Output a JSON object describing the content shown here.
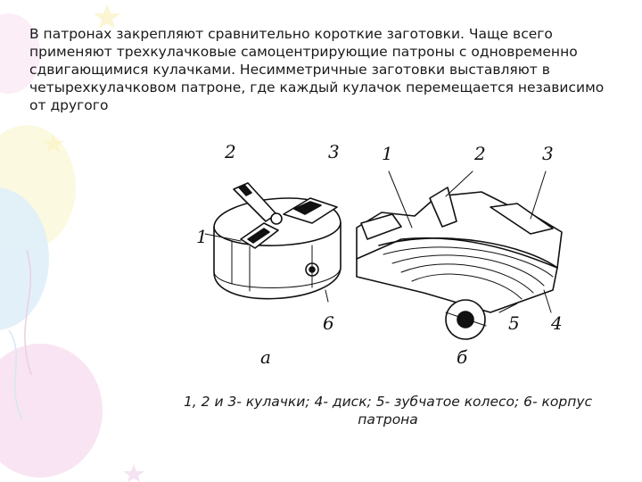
{
  "slide": {
    "paragraph": "В патронах закрепляют сравнительно короткие заготовки. Чаще всего применяют трехкулачковые самоцентрирующие патроны с одновременно сдвигающимися кулачками. Несимметричные заготовки выставляют в четырехкулачковом патроне, где каждый кулачок перемещается независимо от другого",
    "caption": "1, 2 и 3- кулачки; 4- диск; 5- зубчатое колесо; 6- корпус патрона"
  },
  "figure": {
    "labels_a": {
      "n1": "1",
      "n2": "2",
      "n3": "3",
      "n6": "6",
      "letter": "а"
    },
    "labels_b": {
      "n1": "1",
      "n2": "2",
      "n3": "3",
      "n4": "4",
      "n5": "5",
      "letter": "б"
    }
  },
  "colors": {
    "ink": "#111111",
    "balloon_pink": "#f6dcef",
    "balloon_blue": "#dcebf8",
    "balloon_yellow": "#fbf6cf"
  }
}
